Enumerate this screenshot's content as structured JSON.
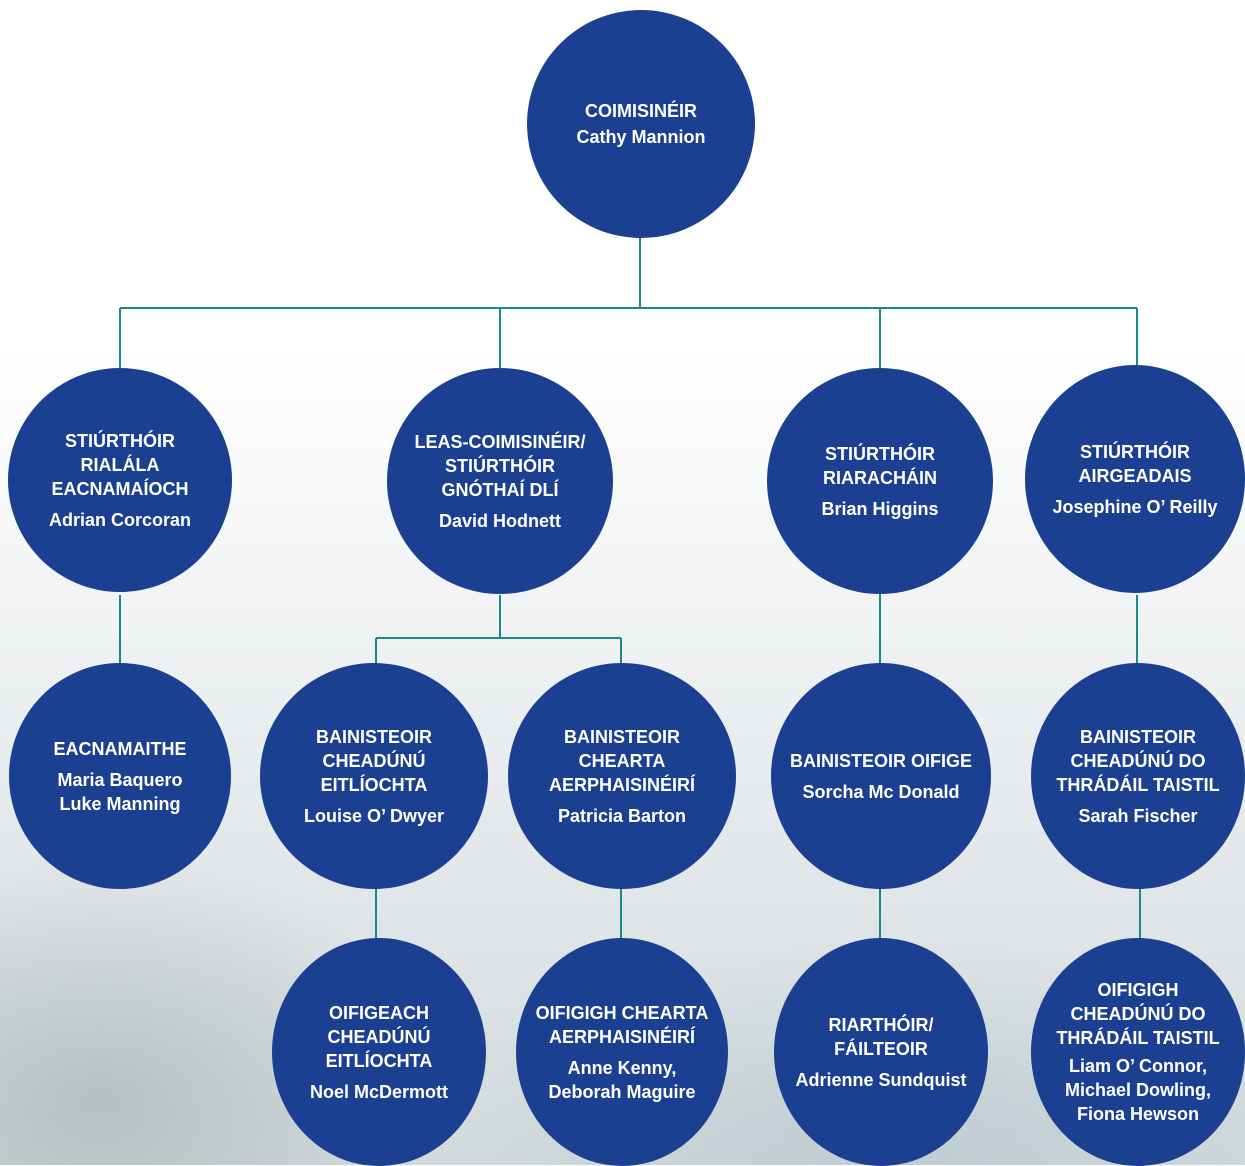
{
  "colors": {
    "node_fill": "#1b3f91",
    "node_text": "#ffffff",
    "connector": "#188b88"
  },
  "nodes": {
    "commissioner": {
      "role": "COIMISINÉIR",
      "person": "Cathy Mannion"
    },
    "econ_director": {
      "role": "STIÚRTHÓIR\nRIALÁLA\nEACNAMAÍOCH",
      "person": "Adrian Corcoran"
    },
    "deputy_commissioner": {
      "role": "LEAS-COIMISINÉIR/\nSTIÚRTHÓIR\nGNÓTHAÍ DLÍ",
      "person": "David Hodnett"
    },
    "admin_director": {
      "role": "STIÚRTHÓIR\nRIARACHÁIN",
      "person": "Brian Higgins"
    },
    "finance_director": {
      "role": "STIÚRTHÓIR\nAIRGEADAIS",
      "person": "Josephine O’ Reilly"
    },
    "economists": {
      "role": "EACNAMAITHE",
      "person": "Maria Baquero\nLuke Manning"
    },
    "aviation_licensing_manager": {
      "role": "BAINISTEOIR\nCHEADÚNÚ\nEITLÍOCHTA",
      "person": "Louise O’ Dwyer"
    },
    "passenger_rights_manager": {
      "role": "BAINISTEOIR\nCHEARTA\nAERPHAISINÉIRÍ",
      "person": "Patricia Barton"
    },
    "office_manager": {
      "role": "BAINISTEOIR OIFIGE",
      "person": "Sorcha Mc Donald"
    },
    "travel_trade_manager": {
      "role": "BAINISTEOIR\nCHEADÚNÚ DO\nTHRÁDÁIL TAISTIL",
      "person": "Sarah Fischer"
    },
    "aviation_licensing_officer": {
      "role": "OIFIGEACH\nCHEADÚNÚ\nEITLÍOCHTA",
      "person": "Noel McDermott"
    },
    "passenger_rights_officers": {
      "role": "OIFIGIGH CHEARTA\nAERPHAISINÉIRÍ",
      "person": "Anne Kenny,\nDeborah Maguire"
    },
    "secretary_receptionist": {
      "role": "RIARTHÓIR/\nFÁILTEOIR",
      "person": "Adrienne Sundquist"
    },
    "travel_trade_officers": {
      "role": "OIFIGIGH\nCHEADÚNÚ DO\nTHRÁDÁIL TAISTIL",
      "person": "Liam O’ Connor,\nMichael Dowling,\nFiona Hewson"
    }
  }
}
